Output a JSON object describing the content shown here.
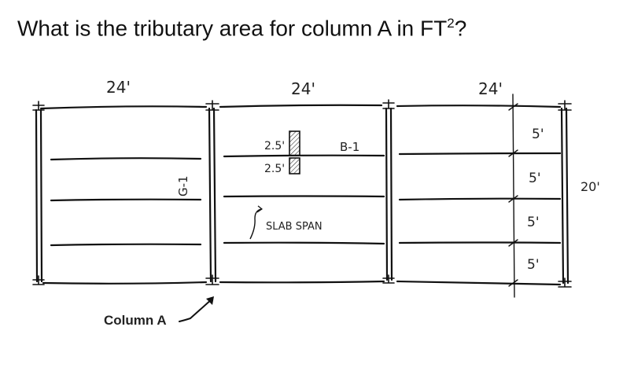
{
  "question": {
    "text": "What is the tributary area for column A in FT",
    "exponent": "2",
    "suffix": "?"
  },
  "plan": {
    "bay_widths": [
      "24'",
      "24'",
      "24'"
    ],
    "overall_depth": "20'",
    "joist_spacing": [
      "5'",
      "5'",
      "5'",
      "5'"
    ],
    "slab_dims": [
      "2.5'",
      "2.5'"
    ],
    "beam_label": "B-1",
    "girder_label": "G-1",
    "slab_span_label": "SLAB SPAN",
    "column_label": "Column A"
  }
}
